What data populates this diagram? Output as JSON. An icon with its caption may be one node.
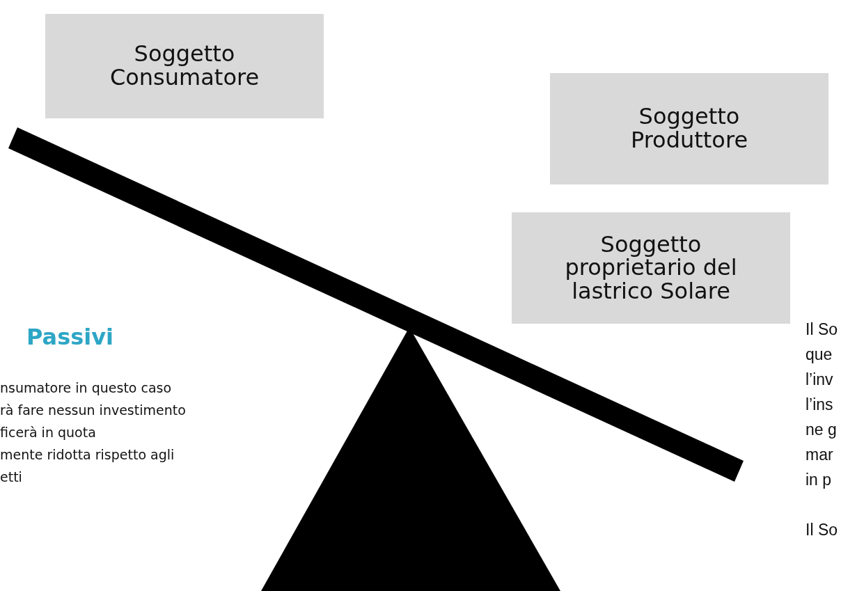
{
  "diagram": {
    "nodes": [
      {
        "text": [
          "Soggetto Consumatore"
        ]
      },
      {
        "text": [
          "Soggetto Produttore"
        ]
      },
      {
        "text": [
          "Soggetto proprietario del lastrico Solare"
        ]
      }
    ],
    "labels": [
      "Passivi",
      "nsumatore in questo caso",
      "rà fare nessun investimento",
      "ficerà in quota",
      "mente ridotta rispetto agli",
      "etti",
      "Il So",
      "que",
      "l’inv",
      "l’ins",
      "ne g",
      "mar",
      "in p",
      "Il So"
    ]
  }
}
